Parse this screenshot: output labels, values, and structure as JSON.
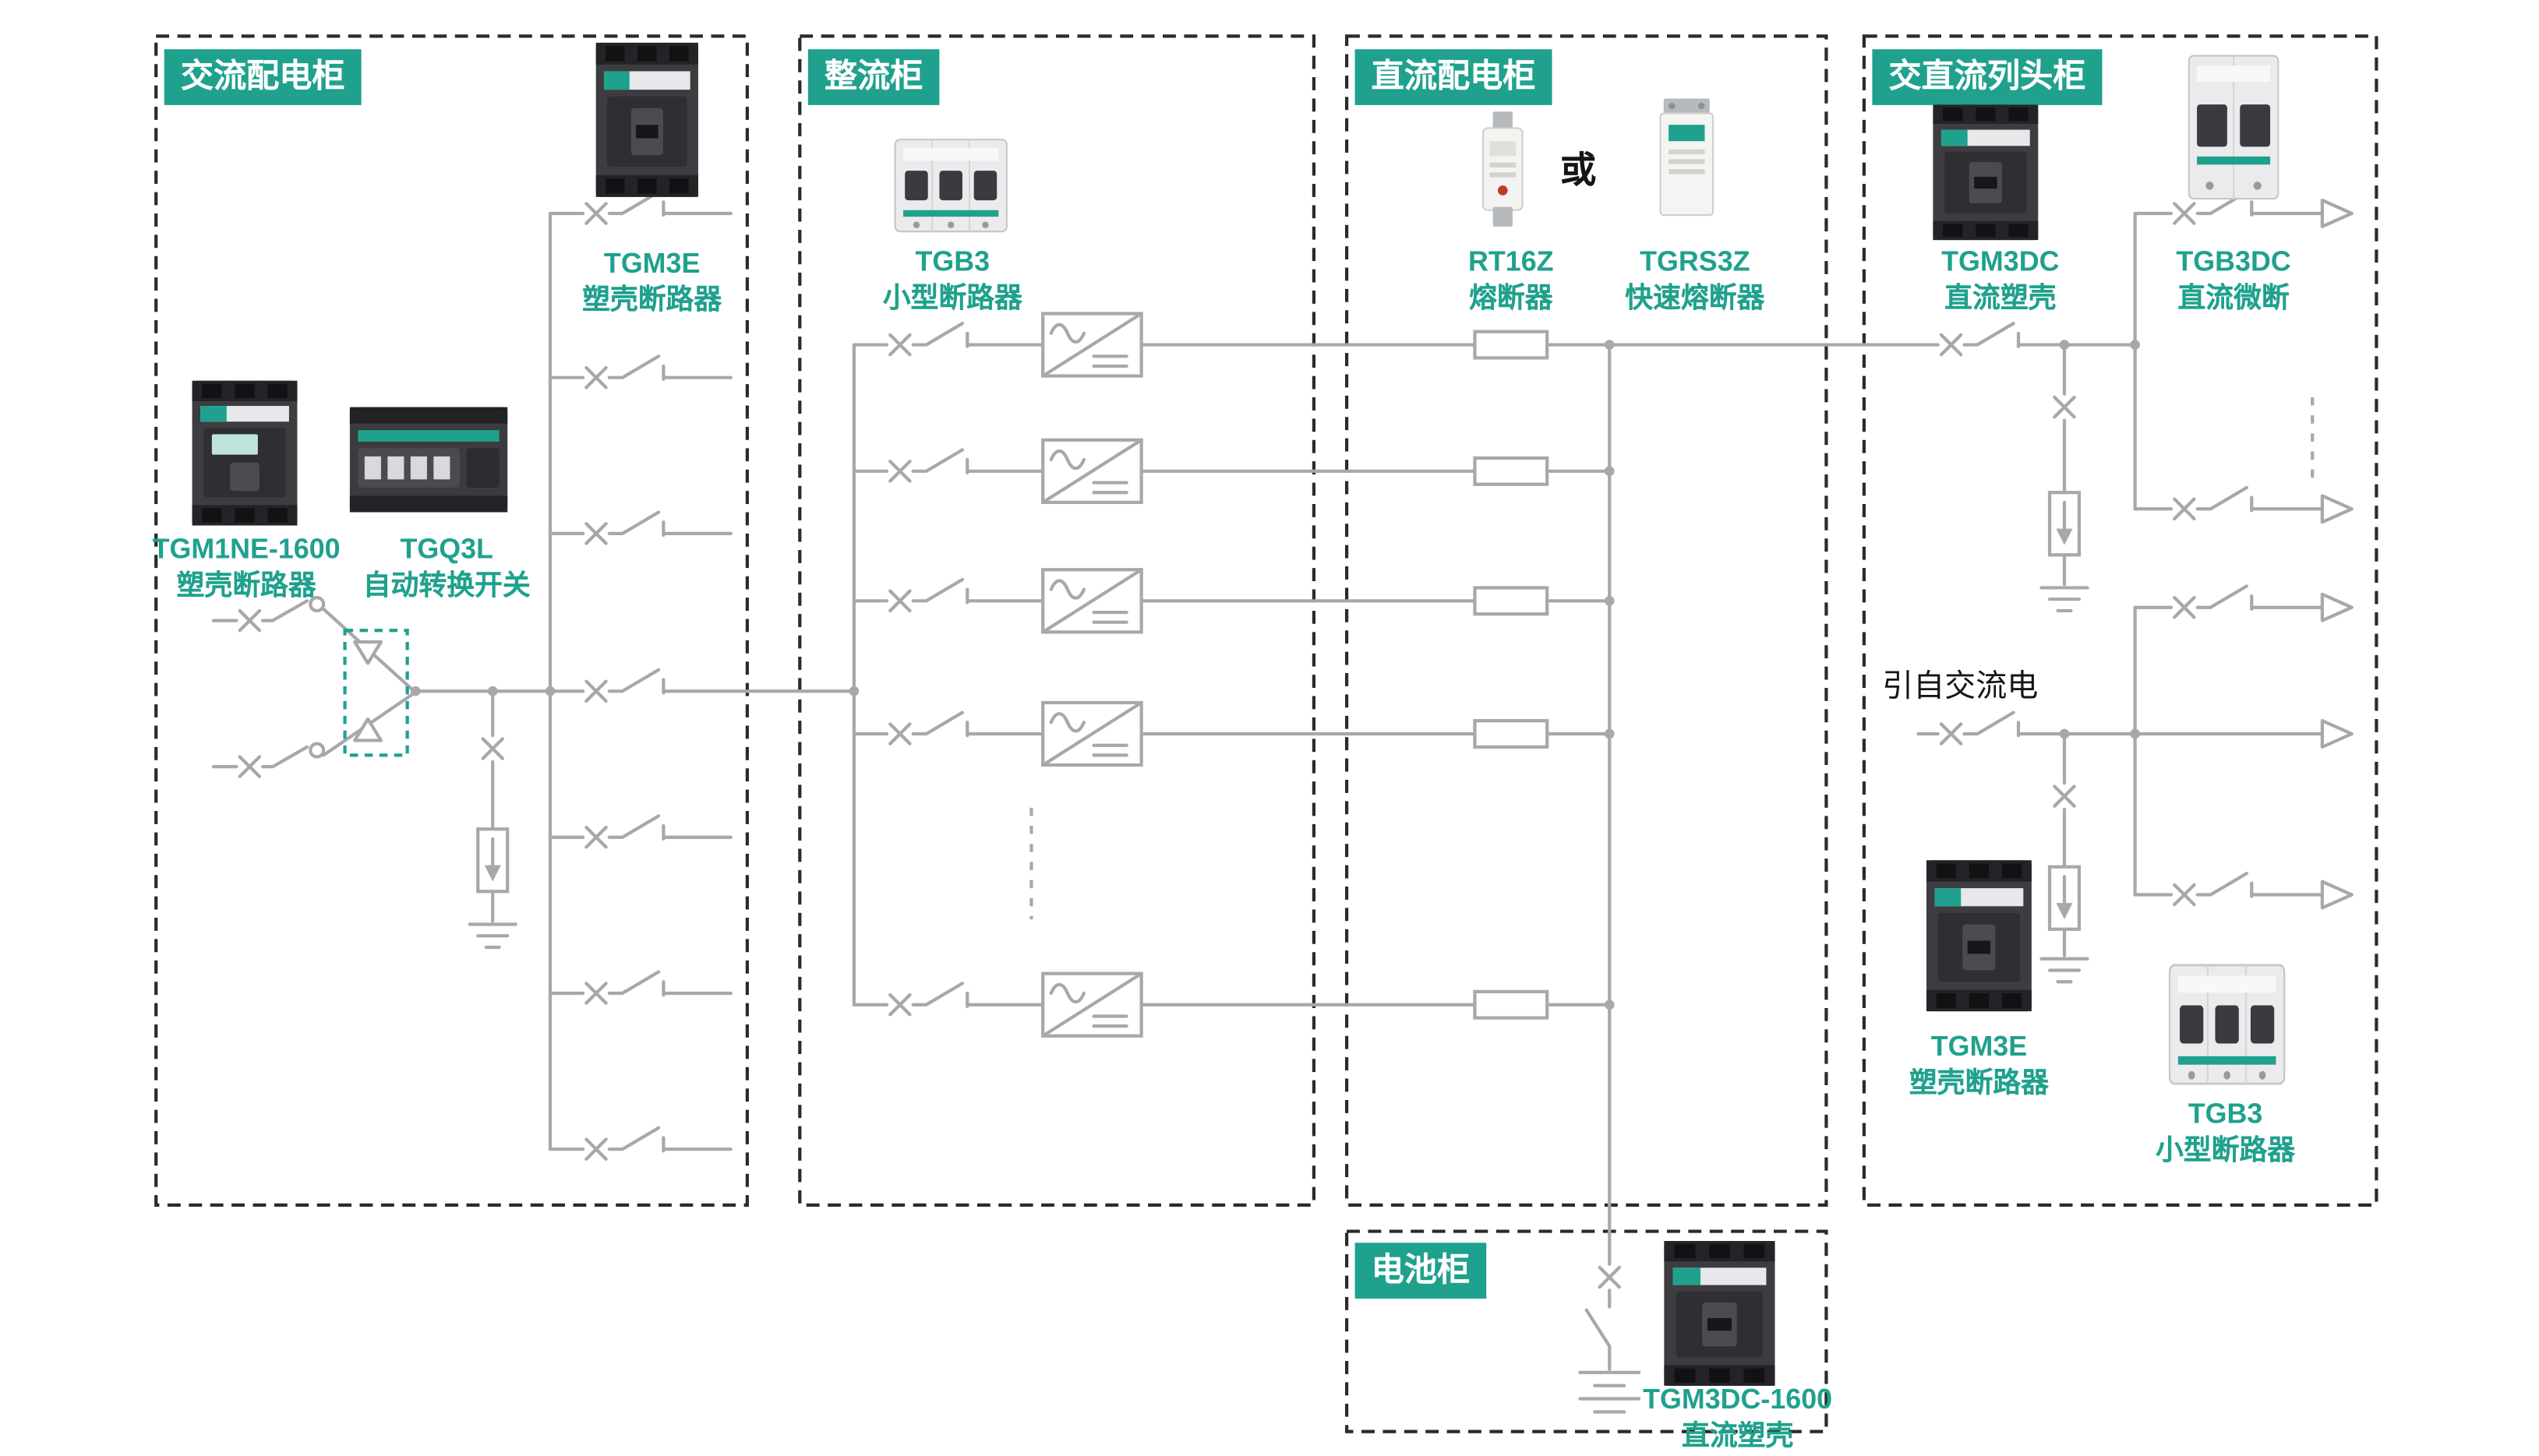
{
  "colors": {
    "brand_teal": "#1FA18D",
    "line_gray": "#A8A8A8",
    "border_dark": "#2B2B2B"
  },
  "cabinets": [
    {
      "id": "ac-distribution",
      "badge": "交流配电柜"
    },
    {
      "id": "rectifier",
      "badge": "整流柜"
    },
    {
      "id": "dc-distribution",
      "badge": "直流配电柜"
    },
    {
      "id": "ac-dc-row-head",
      "badge": "交直流列头柜"
    },
    {
      "id": "battery",
      "badge": "电池柜"
    }
  ],
  "products": [
    {
      "model": "TGM3E",
      "desc": "塑壳断路器",
      "cabinet": "交流配电柜"
    },
    {
      "model": "TGM1NE-1600",
      "desc": "塑壳断路器",
      "cabinet": "交流配电柜"
    },
    {
      "model": "TGQ3L",
      "desc": "自动转换开关",
      "cabinet": "交流配电柜"
    },
    {
      "model": "TGB3",
      "desc": "小型断路器",
      "cabinet": "整流柜"
    },
    {
      "model": "RT16Z",
      "desc": "熔断器",
      "cabinet": "直流配电柜"
    },
    {
      "model": "TGRS3Z",
      "desc": "快速熔断器",
      "cabinet": "直流配电柜"
    },
    {
      "model": "TGM3DC",
      "desc": "直流塑壳",
      "cabinet": "交直流列头柜"
    },
    {
      "model": "TGB3DC",
      "desc": "直流微断",
      "cabinet": "交直流列头柜"
    },
    {
      "model": "TGM3E",
      "desc": "塑壳断路器",
      "cabinet": "交直流列头柜"
    },
    {
      "model": "TGB3",
      "desc": "小型断路器",
      "cabinet": "交直流列头柜"
    },
    {
      "model": "TGM3DC-1600",
      "desc": "直流塑壳",
      "cabinet": "电池柜"
    }
  ],
  "annotations": {
    "or_text": "或",
    "from_ac_text": "引自交流电"
  }
}
